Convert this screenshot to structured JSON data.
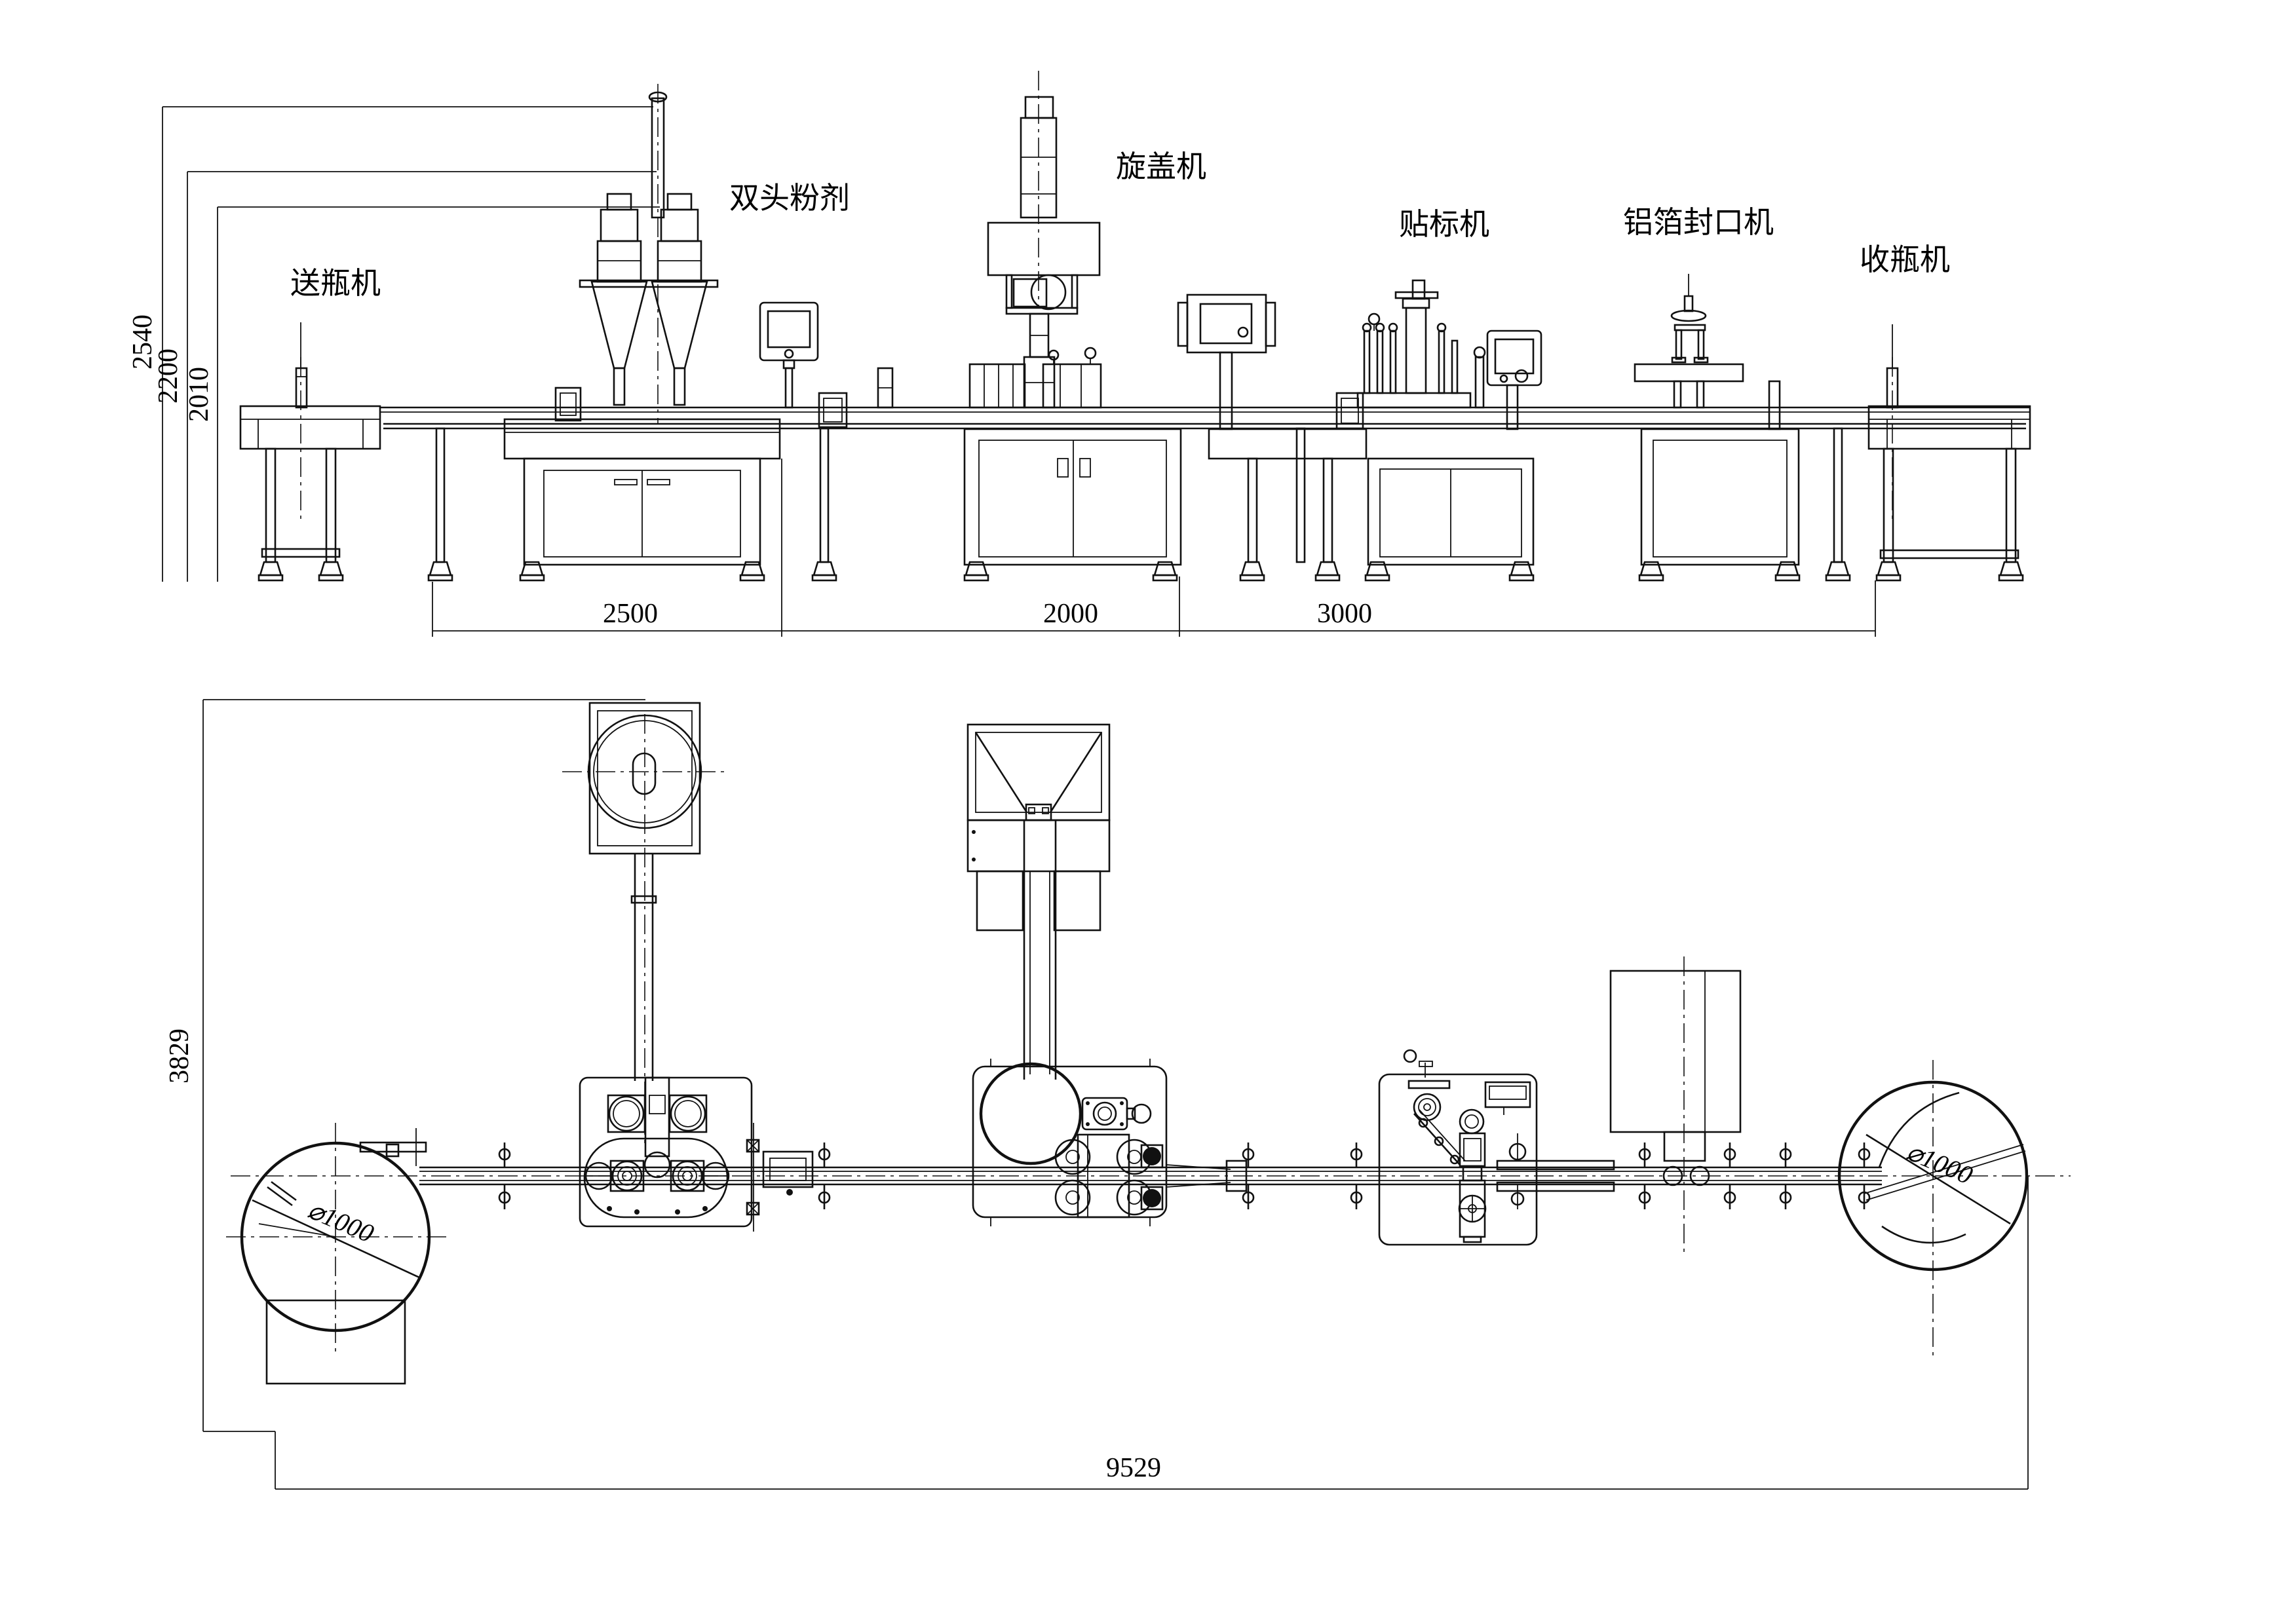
{
  "front_view": {
    "machines": [
      {
        "key": "bottle-feeder",
        "label": "送瓶机"
      },
      {
        "key": "powder-filler",
        "label": "双头粉剂"
      },
      {
        "key": "capping-machine",
        "label": "旋盖机"
      },
      {
        "key": "labeling-machine",
        "label": "贴标机"
      },
      {
        "key": "foil-sealer",
        "label": "铝箔封口机"
      },
      {
        "key": "bottle-collector",
        "label": "收瓶机"
      }
    ],
    "height_dimensions": [
      {
        "value": "2540"
      },
      {
        "value": "2200"
      },
      {
        "value": "2010"
      }
    ],
    "width_dimensions": [
      {
        "value": "2500"
      },
      {
        "value": "2000"
      },
      {
        "value": "3000"
      }
    ]
  },
  "plan_view": {
    "depth_dimension": "3829",
    "overall_length_dimension": "9529",
    "left_turntable_diameter": "⌀1000",
    "right_turntable_diameter": "⌀1000"
  },
  "colors": {
    "line": "#111111",
    "background": "#ffffff"
  }
}
